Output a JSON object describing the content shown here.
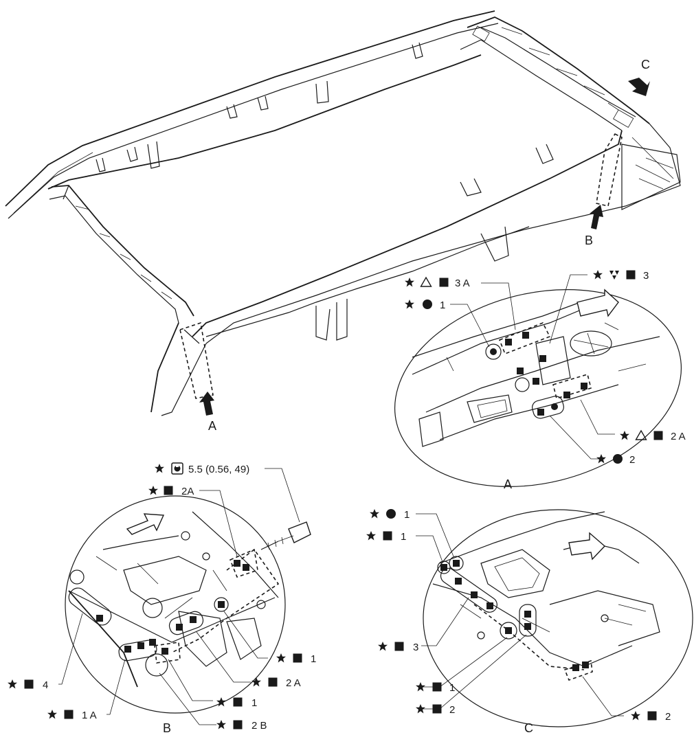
{
  "view_letters": {
    "a": "A",
    "b": "B",
    "c": "C"
  },
  "callouts": {
    "a_3a": {
      "num": "3 A"
    },
    "a_3": {
      "num": "3"
    },
    "a_1": {
      "num": "1"
    },
    "a_2a": {
      "num": "2 A"
    },
    "a_2": {
      "num": "2"
    },
    "b_torque": {
      "text": "5.5 (0.56, 49)"
    },
    "b_2a_top": {
      "num": "2A"
    },
    "b_1_right": {
      "num": "1"
    },
    "b_2a_right": {
      "num": "2 A"
    },
    "b_1_bottom": {
      "num": "1"
    },
    "b_2b": {
      "num": "2 B"
    },
    "b_1a": {
      "num": "1 A"
    },
    "b_4": {
      "num": "4"
    },
    "c_1_circle": {
      "num": "1"
    },
    "c_1_square": {
      "num": "1"
    },
    "c_3": {
      "num": "3"
    },
    "c_1_lower": {
      "num": "1"
    },
    "c_2_lower": {
      "num": "2"
    },
    "c_2_right": {
      "num": "2"
    }
  },
  "symbol_legend": {
    "star": "star-symbol",
    "square": "square-weld-symbol",
    "circle": "circle-weld-symbol",
    "triangle": "triangle-outline-symbol",
    "double_triangle": "double-triangle-symbol",
    "torque": "torque-wrench-symbol"
  },
  "colors": {
    "ink": "#1a1a1a",
    "paper": "#ffffff"
  }
}
